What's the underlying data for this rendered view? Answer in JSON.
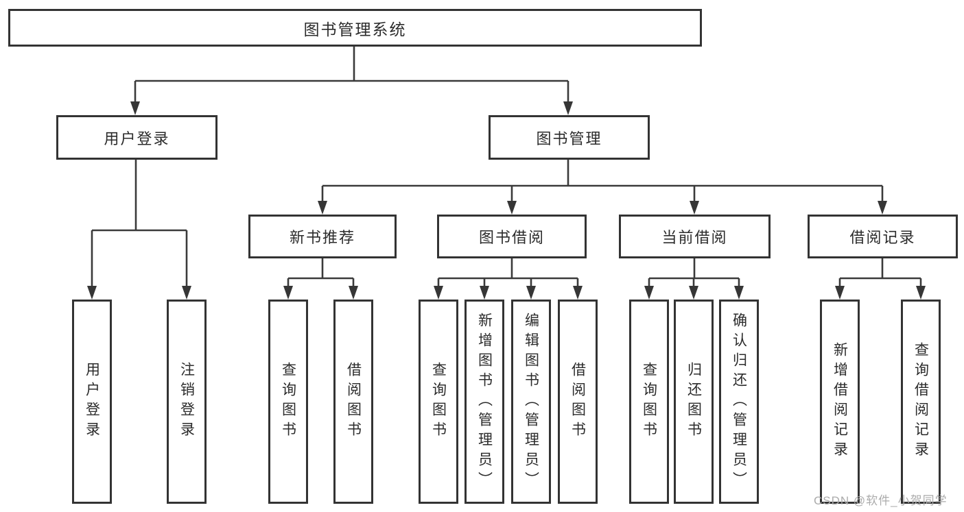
{
  "diagram_title": "图书管理系统",
  "tree": {
    "root": {
      "label": "图书管理系统",
      "children": [
        {
          "label": "用户登录",
          "children": [
            {
              "label": "用户登录"
            },
            {
              "label": "注销登录"
            }
          ]
        },
        {
          "label": "图书管理",
          "children": [
            {
              "label": "新书推荐",
              "children": [
                {
                  "label": "查询图书"
                },
                {
                  "label": "借阅图书"
                }
              ]
            },
            {
              "label": "图书借阅",
              "children": [
                {
                  "label": "查询图书"
                },
                {
                  "label": "新增图书（管理员）"
                },
                {
                  "label": "编辑图书（管理员）"
                },
                {
                  "label": "借阅图书"
                }
              ]
            },
            {
              "label": "当前借阅",
              "children": [
                {
                  "label": "查询图书"
                },
                {
                  "label": "归还图书"
                },
                {
                  "label": "确认归还（管理员）"
                }
              ]
            },
            {
              "label": "借阅记录",
              "children": [
                {
                  "label": "新增借阅记录"
                },
                {
                  "label": "查询借阅记录"
                }
              ]
            }
          ]
        }
      ]
    }
  },
  "watermark": "CSDN @软件_小贺同学",
  "colors": {
    "line": "#3a3a3a",
    "box_border": "#333333",
    "text": "#2b2b2b",
    "background": "#ffffff",
    "watermark": "#ababab"
  }
}
